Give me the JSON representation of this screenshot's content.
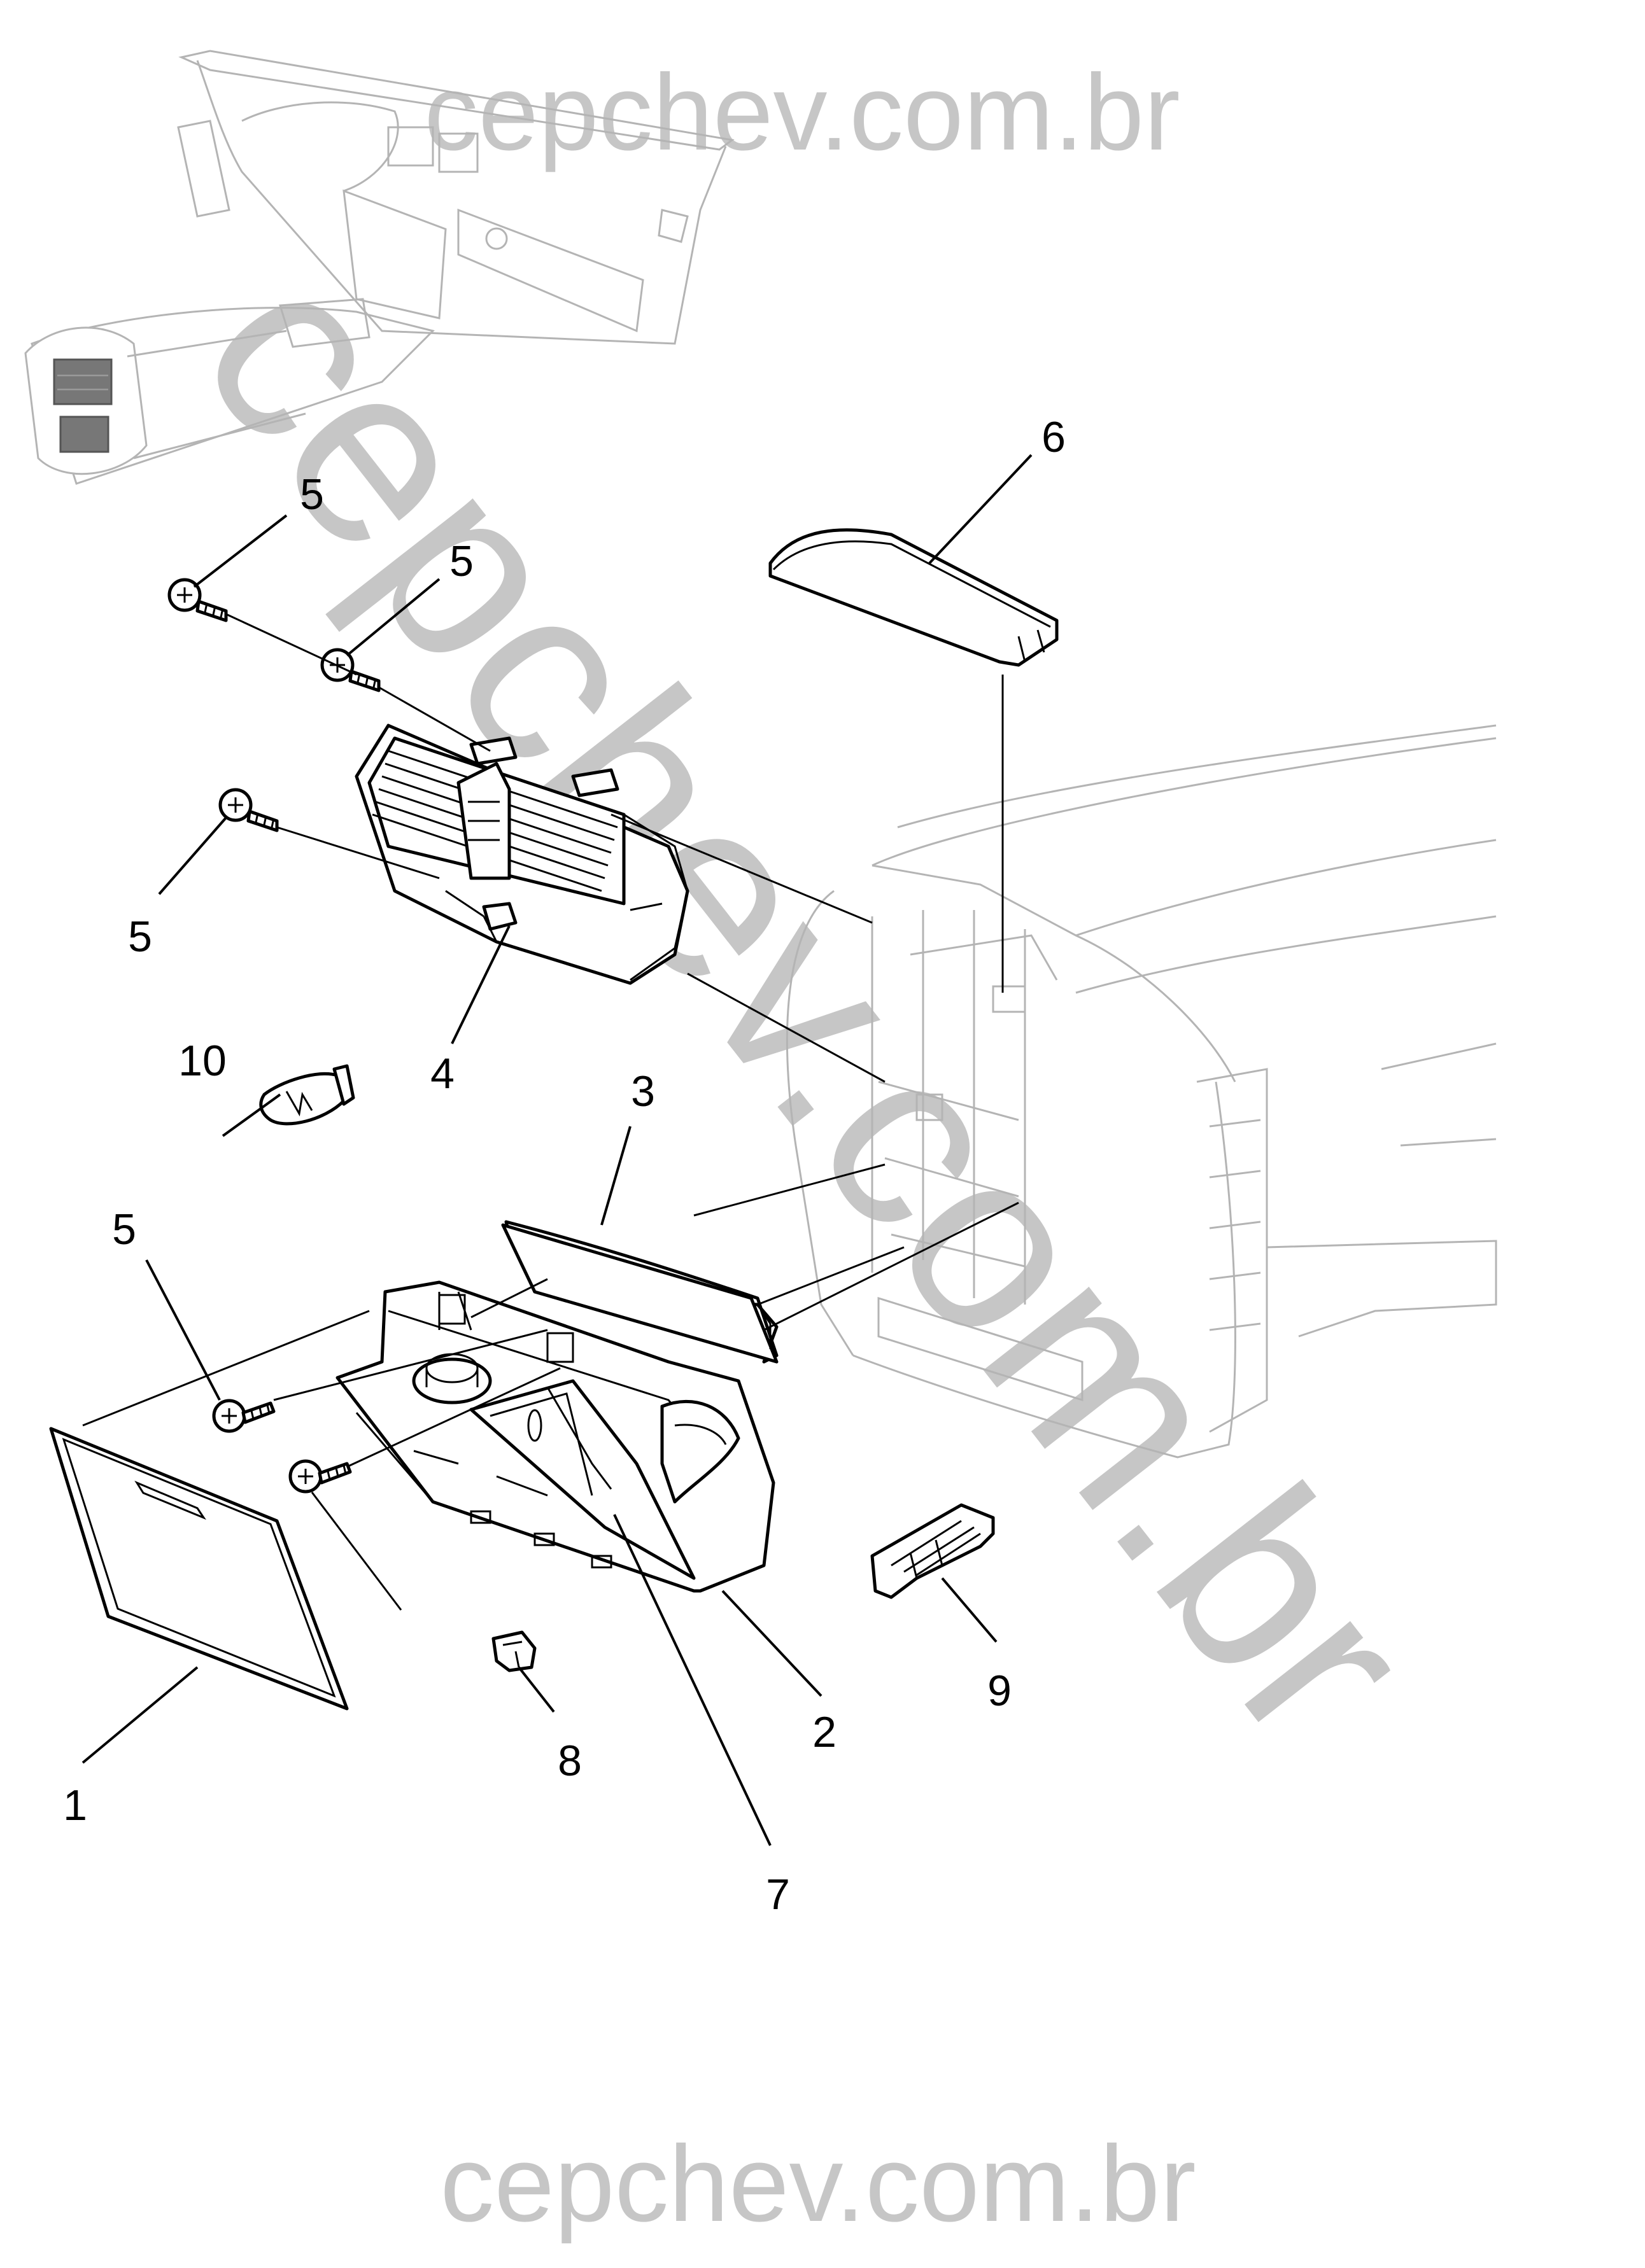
{
  "watermarks": {
    "top": "cepchev.com.br",
    "diagonal": "cepchev.com.br",
    "bottom": "cepchev.com.br"
  },
  "callouts": {
    "c1": "1",
    "c2": "2",
    "c3": "3",
    "c4": "4",
    "c5a": "5",
    "c5b": "5",
    "c5c": "5",
    "c5d": "5",
    "c6": "6",
    "c7": "7",
    "c8": "8",
    "c9": "9",
    "c10": "10"
  },
  "colors": {
    "watermark": "#c6c6c6",
    "line": "#000000",
    "context_line": "#b4b4b4"
  }
}
